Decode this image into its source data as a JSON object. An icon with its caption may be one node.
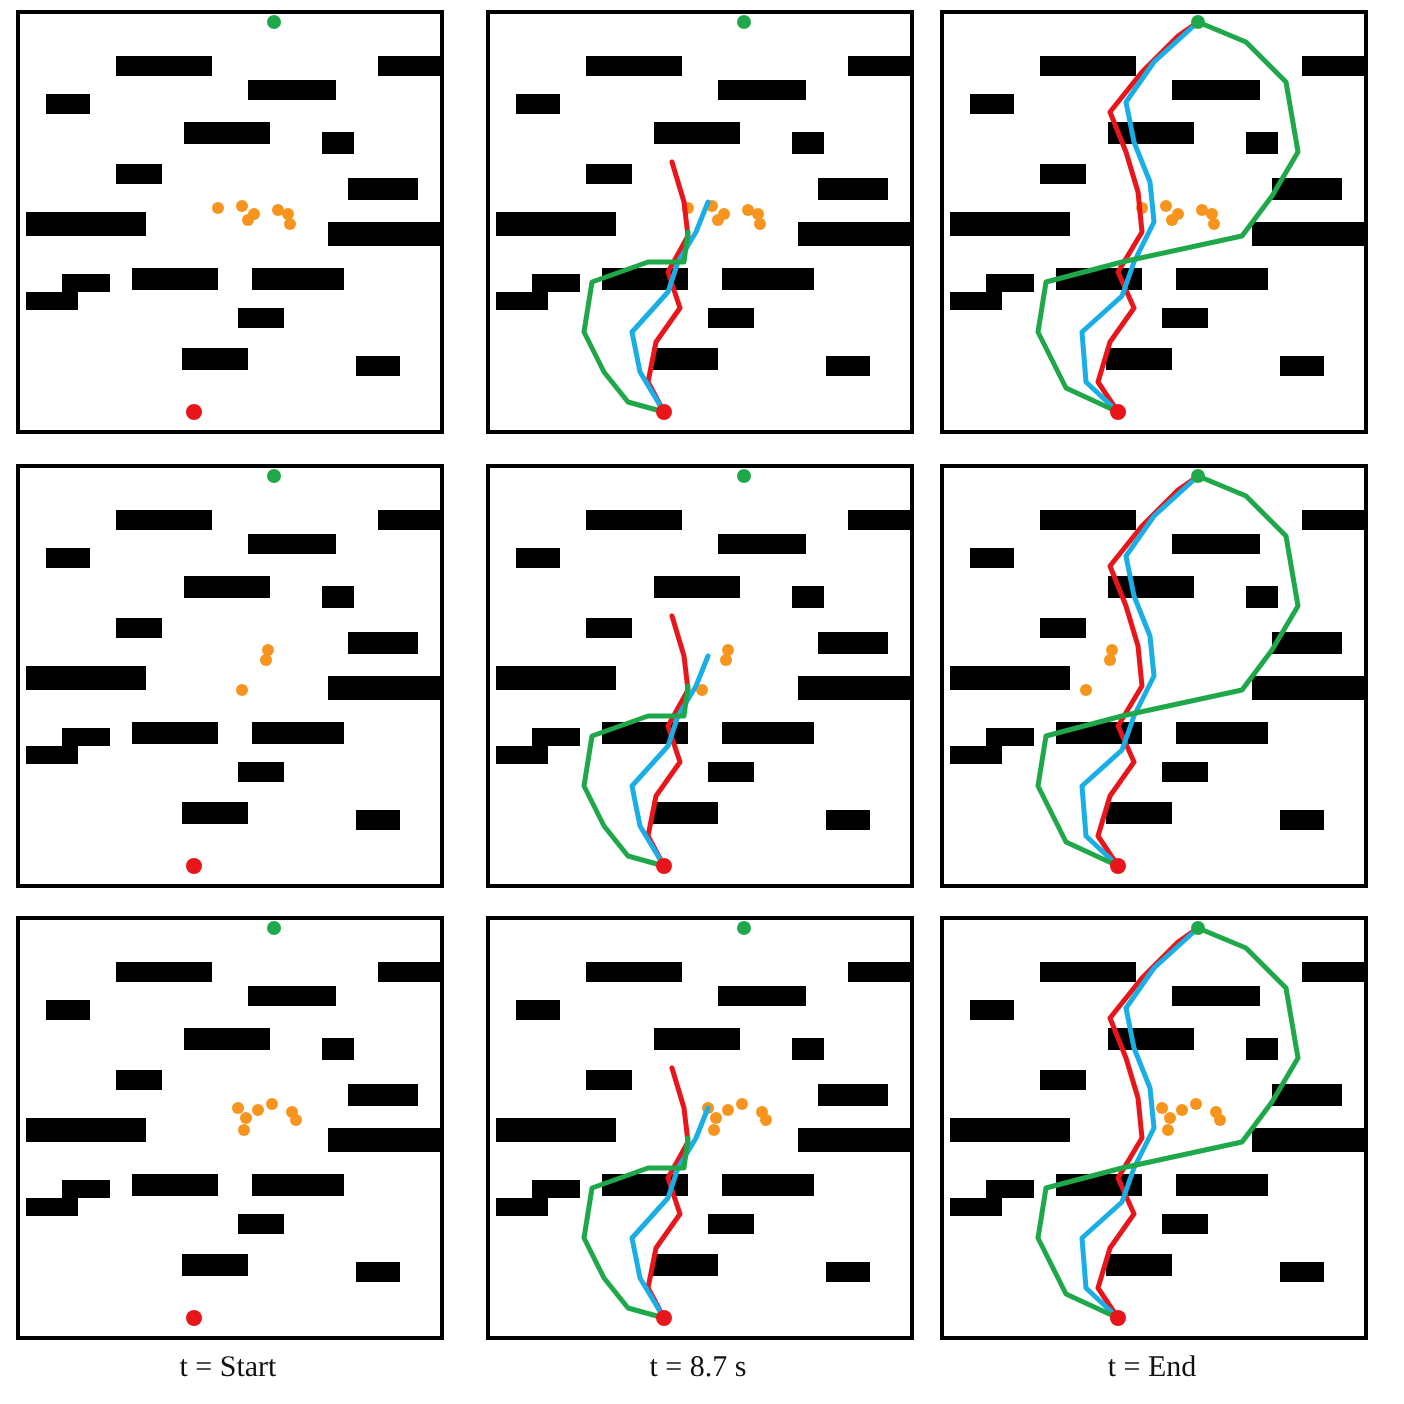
{
  "diagram": {
    "labels": [
      "t = Start",
      "t = 8.7 s",
      "t = End"
    ]
  }
}
